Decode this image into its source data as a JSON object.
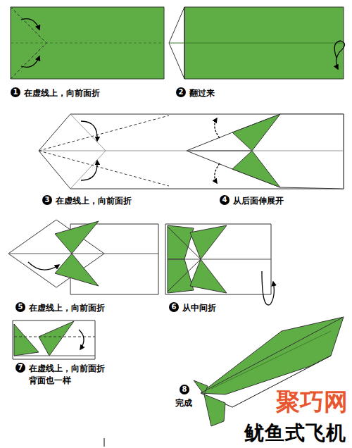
{
  "diagram": {
    "title": "鱿鱼式飞机",
    "labels": [
      "1",
      "在虚线上，向前面折",
      "2",
      "翻过来",
      "3",
      "在虚线上，向前面折",
      "4",
      "从后面伸展开",
      "5",
      "在虚线上，向前面折",
      "6",
      "从中间折",
      "7",
      "在虚线上，向前面折",
      "背面也一样",
      "8",
      "完成",
      "聚巧网"
    ]
  }
}
